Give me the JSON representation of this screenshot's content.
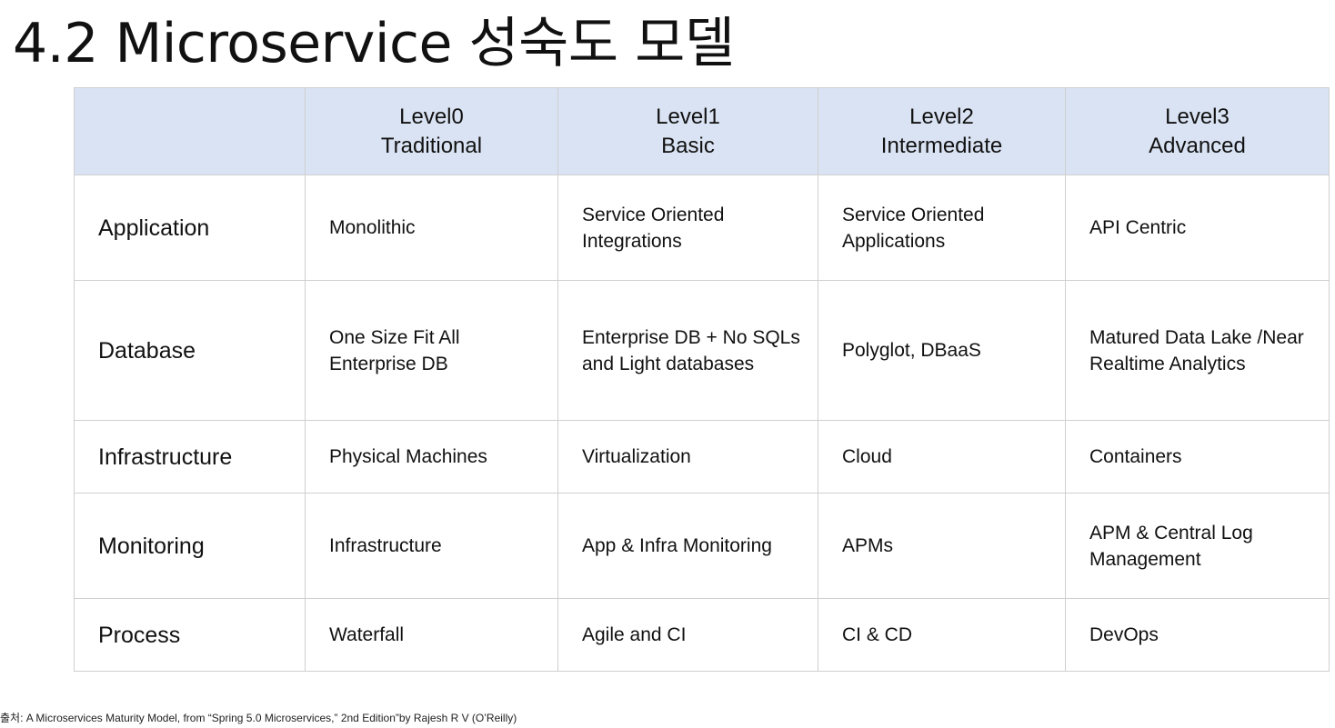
{
  "title": "4.2 Microservice 성숙도 모델",
  "table": {
    "header": {
      "corner": "",
      "levels": [
        {
          "level": "Level0",
          "name": "Traditional"
        },
        {
          "level": "Level1",
          "name": "Basic"
        },
        {
          "level": "Level2",
          "name": "Intermediate"
        },
        {
          "level": "Level3",
          "name": "Advanced"
        }
      ]
    },
    "rows": [
      {
        "label": "Application",
        "cells": [
          "Monolithic",
          "Service Oriented Integrations",
          "Service Oriented Applications",
          "API Centric"
        ]
      },
      {
        "label": "Database",
        "cells": [
          "One Size Fit All Enterprise DB",
          "Enterprise DB + No SQLs and Light databases",
          "Polyglot, DBaaS",
          "Matured Data Lake /Near Realtime Analytics"
        ]
      },
      {
        "label": "Infrastructure",
        "cells": [
          "Physical Machines",
          "Virtualization",
          "Cloud",
          "Containers"
        ]
      },
      {
        "label": "Monitoring",
        "cells": [
          "Infrastructure",
          "App & Infra Monitoring",
          "APMs",
          "APM & Central Log Management"
        ]
      },
      {
        "label": "Process",
        "cells": [
          "Waterfall",
          "Agile and CI",
          "CI & CD",
          "DevOps"
        ]
      }
    ]
  },
  "source": "출처: A Microservices Maturity Model, from “Spring 5.0 Microservices,” 2nd Edition”by Rajesh R V (O’Reilly)"
}
